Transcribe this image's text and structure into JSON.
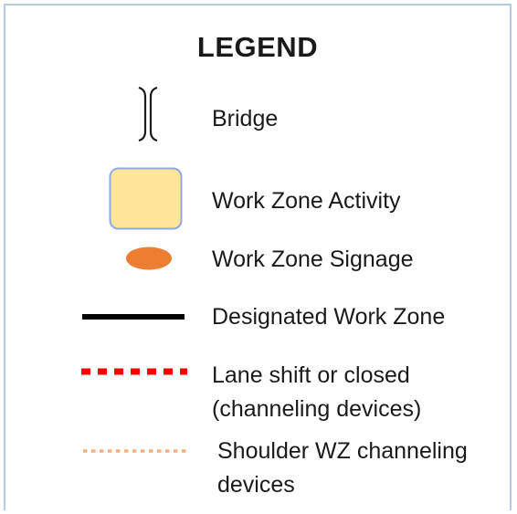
{
  "legend": {
    "title": "LEGEND",
    "items": [
      {
        "symbol": "bridge-icon",
        "label": "Bridge"
      },
      {
        "symbol": "work-zone-activity-swatch",
        "label": "Work Zone Activity",
        "fill": "#ffe699",
        "stroke": "#8faadc"
      },
      {
        "symbol": "work-zone-signage-swatch",
        "label": "Work Zone Signage",
        "fill": "#ed7d31"
      },
      {
        "symbol": "designated-work-zone-line",
        "label": "Designated Work Zone",
        "color": "#000000"
      },
      {
        "symbol": "lane-shift-line",
        "label_line1": "Lane shift or closed",
        "label_line2": "(channeling devices)",
        "color": "#ff0000"
      },
      {
        "symbol": "shoulder-wz-line",
        "label_line1": "Shoulder WZ channeling",
        "label_line2": "devices",
        "color": "#f4b183"
      }
    ]
  }
}
